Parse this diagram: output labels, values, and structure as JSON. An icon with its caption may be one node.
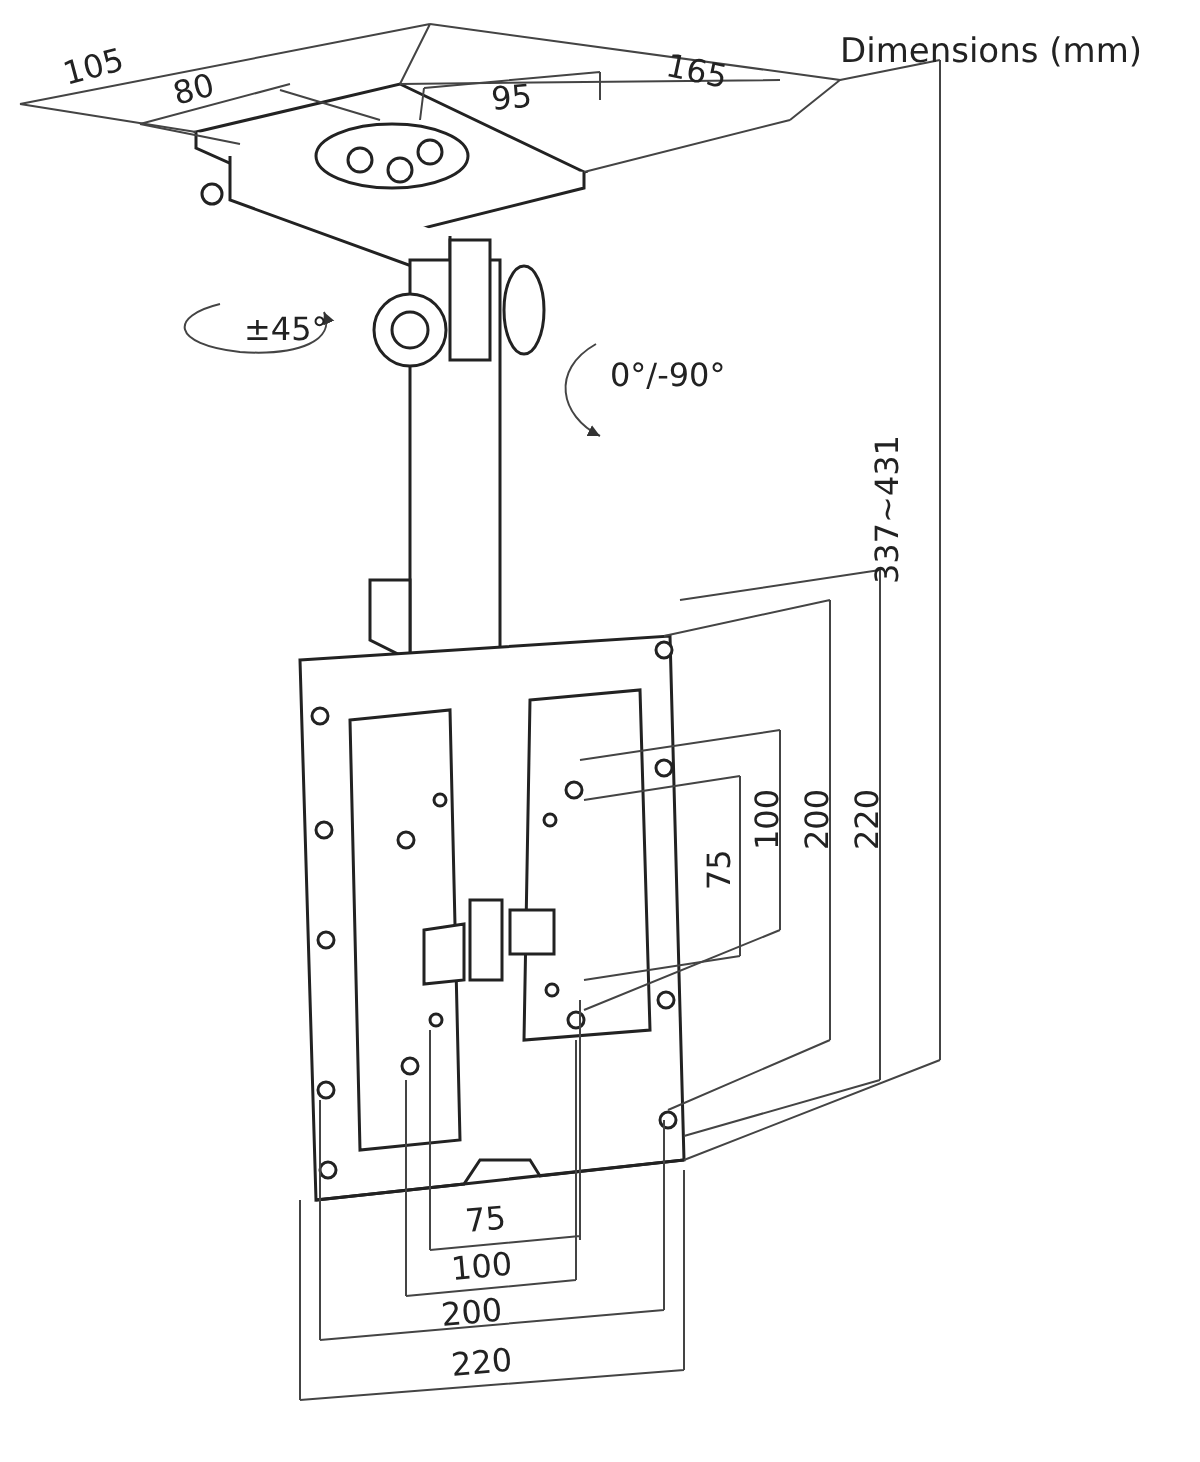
{
  "diagram": {
    "labels": [
      "105",
      "165",
      "Dimensions (mm)",
      "80",
      "95",
      "±45°",
      "0°/-90°",
      "337~431",
      "75",
      "100",
      "200",
      "220",
      "75",
      "100",
      "200",
      "220"
    ]
  }
}
